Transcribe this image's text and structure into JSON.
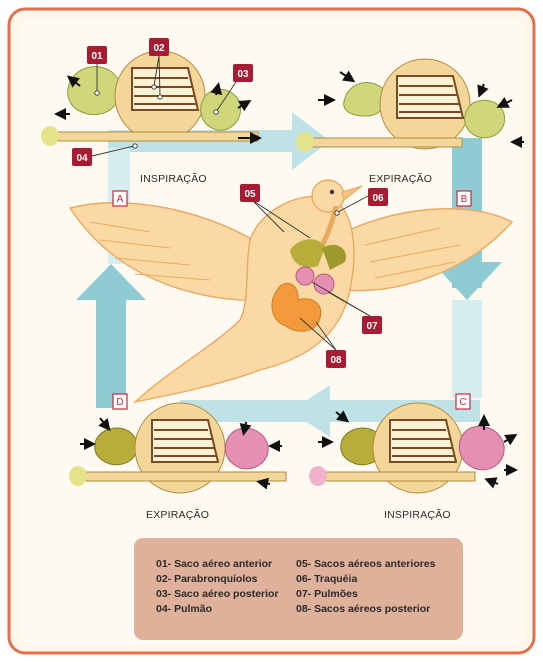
{
  "stages": {
    "top_left": "INSPIRAÇÃO",
    "top_right": "EXPIRAÇÃO",
    "bottom_left": "EXPIRAÇÃO",
    "bottom_right": "INSPIRAÇÃO"
  },
  "steps": [
    "A",
    "B",
    "C",
    "D"
  ],
  "badges": [
    "01",
    "02",
    "03",
    "04",
    "05",
    "06",
    "07",
    "08"
  ],
  "legend": {
    "left": [
      "01- Saco aéreo anterior",
      "02- Parabronquíolos",
      "03- Saco aéreo posterior",
      "04- Pulmão"
    ],
    "right": [
      "05-  Sacos aéreos anteriores",
      "06- Traquéia",
      "07- Pulmões",
      "08- Sacos aéreos  posterior"
    ]
  },
  "colors": {
    "frame_border": "#e36f4d",
    "background": "#fdf6ea",
    "cycle_arrow": "#8fcbd2",
    "lung": "#f3d79a",
    "anterior_sac": "#cfd77a",
    "posterior_sac_pink": "#e58fb2",
    "anterior_sac_dark": "#b6ad3a",
    "badge": "#a81c33",
    "bird": "#fbd9a4",
    "legend_bg": "#e0b19a"
  }
}
